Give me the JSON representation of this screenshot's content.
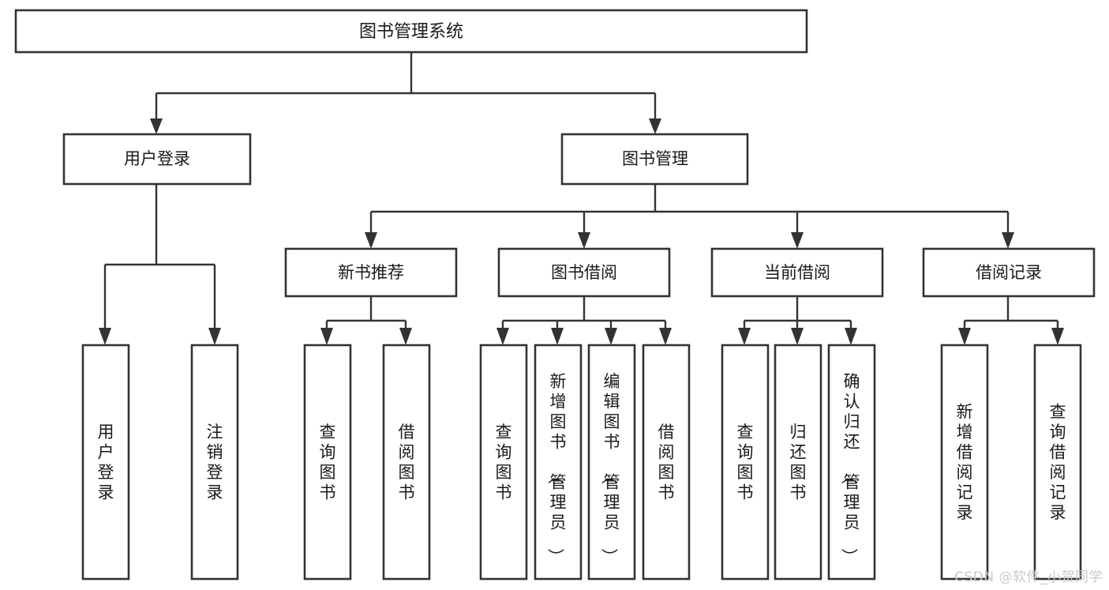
{
  "diagram": {
    "type": "tree",
    "title": "图书管理系统",
    "root": {
      "label": "图书管理系统"
    },
    "level1": [
      {
        "label": "用户登录"
      },
      {
        "label": "图书管理"
      }
    ],
    "level2": [
      {
        "label": "新书推荐"
      },
      {
        "label": "图书借阅"
      },
      {
        "label": "当前借阅"
      },
      {
        "label": "借阅记录"
      }
    ],
    "leaves": {
      "user_login": [
        {
          "label": "用户登录"
        },
        {
          "label": "注销登录"
        }
      ],
      "new_book_recommend": [
        {
          "label": "查询图书"
        },
        {
          "label": "借阅图书"
        }
      ],
      "book_borrow": [
        {
          "label": "查询图书"
        },
        {
          "label": "新增图书（管理员）"
        },
        {
          "label": "编辑图书（管理员）"
        },
        {
          "label": "借阅图书"
        }
      ],
      "current_borrow": [
        {
          "label": "查询图书"
        },
        {
          "label": "归还图书"
        },
        {
          "label": "确认归还（管理员）"
        }
      ],
      "borrow_record": [
        {
          "label": "新增借阅记录"
        },
        {
          "label": "查询借阅记录"
        }
      ]
    }
  },
  "watermark": {
    "text": "CSDN @软件_小贺同学"
  },
  "colors": {
    "background": "#ffffff",
    "box_fill": "#ffffff",
    "box_stroke": "#333333",
    "text": "#1a1a1a",
    "watermark": "#c9c9c9"
  }
}
